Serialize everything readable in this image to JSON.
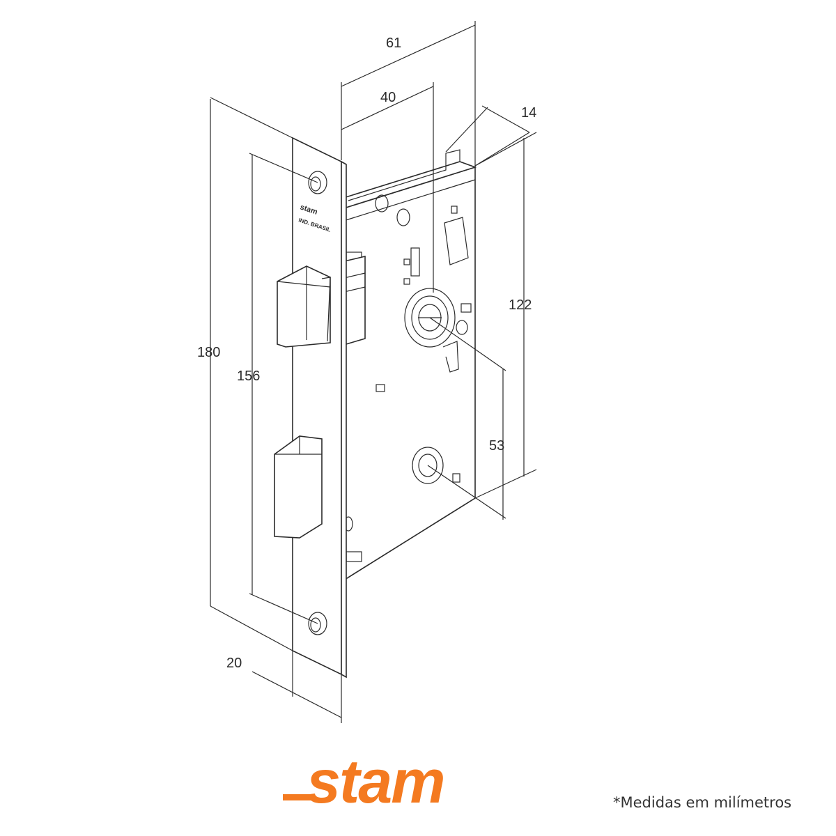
{
  "dimensions": {
    "total_depth": "61",
    "backset": "40",
    "case_thickness": "14",
    "case_height": "122",
    "faceplate_height": "180",
    "screw_spacing": "156",
    "handle_to_key": "53",
    "faceplate_width": "20"
  },
  "plate": {
    "logo": "stam",
    "origin": "IND. BRASIL"
  },
  "brand": {
    "logo": "stam",
    "color": "#f47a20"
  },
  "note": "*Medidas em milímetros"
}
